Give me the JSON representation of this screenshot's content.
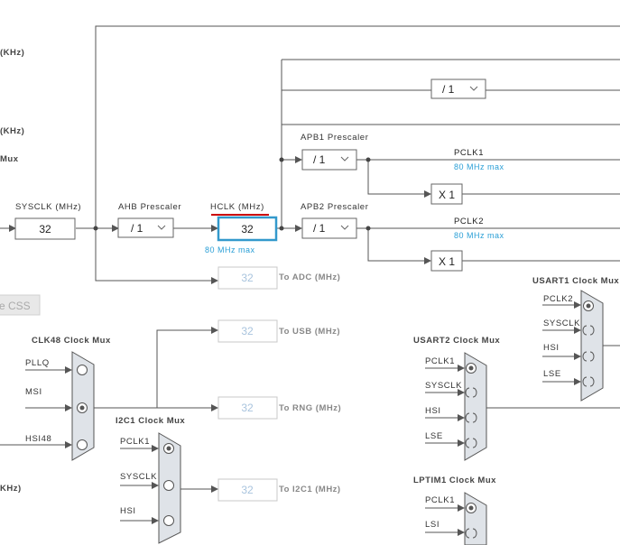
{
  "left_edge": {
    "khz_1": "(KHz)",
    "khz_2": "(KHz)",
    "mux_partial": "Mux",
    "khz_3": "KHz)",
    "css_button": "e CSS"
  },
  "sysclk": {
    "label": "SYSCLK (MHz)",
    "value": "32"
  },
  "ahb": {
    "label": "AHB Prescaler",
    "value": "/ 1"
  },
  "hclk": {
    "label": "HCLK (MHz)",
    "value": "32",
    "max": "80 MHz max"
  },
  "top_prescaler": {
    "value": "/ 1"
  },
  "apb1": {
    "label": "APB1 Prescaler",
    "value": "/ 1",
    "output_label": "PCLK1",
    "max": "80 MHz max",
    "multiplier": "X 1"
  },
  "apb2": {
    "label": "APB2 Prescaler",
    "value": "/ 1",
    "output_label": "PCLK2",
    "max": "80 MHz max",
    "multiplier": "X 1"
  },
  "outputs": {
    "adc": {
      "value": "32",
      "label": "To ADC (MHz)"
    },
    "usb": {
      "value": "32",
      "label": "To USB (MHz)"
    },
    "rng": {
      "value": "32",
      "label": "To RNG (MHz)"
    },
    "i2c1": {
      "value": "32",
      "label": "To I2C1 (MHz)"
    }
  },
  "clk48_mux": {
    "title": "CLK48 Clock Mux",
    "inputs": [
      "PLLQ",
      "MSI",
      "HSI48"
    ]
  },
  "i2c1_mux": {
    "title": "I2C1 Clock Mux",
    "inputs": [
      "PCLK1",
      "SYSCLK",
      "HSI"
    ]
  },
  "usart2_mux": {
    "title": "USART2 Clock Mux",
    "inputs": [
      "PCLK1",
      "SYSCLK",
      "HSI",
      "LSE"
    ]
  },
  "usart1_mux": {
    "title": "USART1 Clock Mux",
    "inputs": [
      "PCLK2",
      "SYSCLK",
      "HSI",
      "LSE"
    ]
  },
  "lptim1_mux": {
    "title": "LPTIM1 Clock Mux",
    "inputs": [
      "PCLK1",
      "LSI"
    ]
  },
  "colors": {
    "accent_blue": "#2a9fd6",
    "selected_border": "#3399cc",
    "underline_red": "#cc0000",
    "mux_fill": "#dfe3e8"
  }
}
